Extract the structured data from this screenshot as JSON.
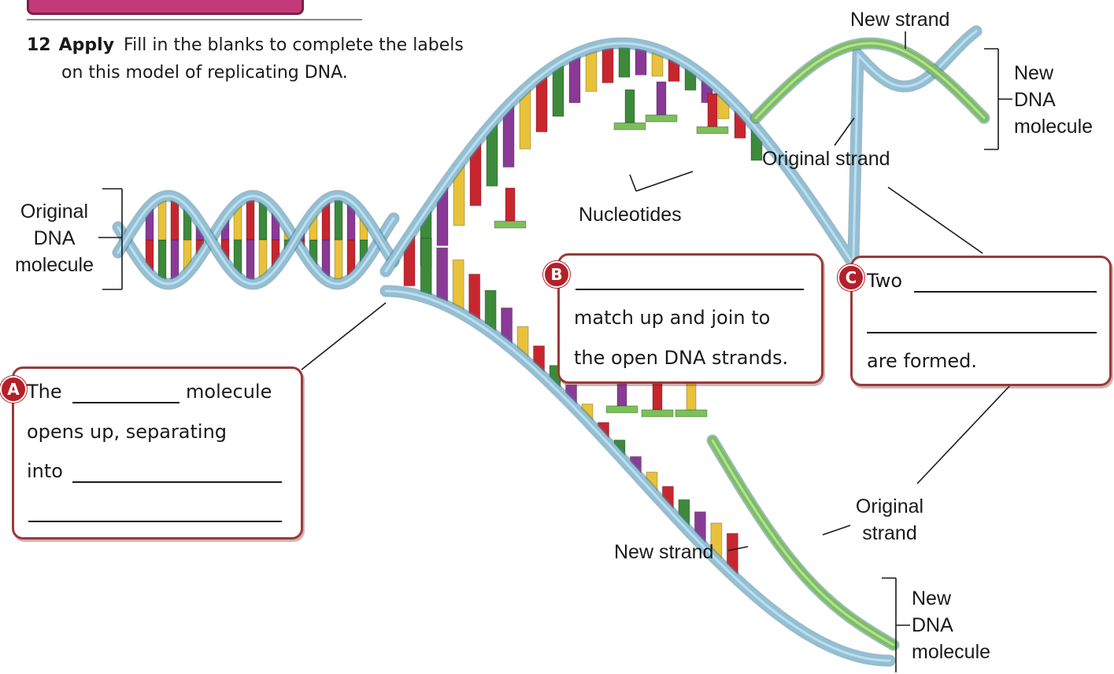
{
  "question": {
    "number": "12",
    "keyword": "Apply",
    "line1": "Fill in the blanks to complete the labels",
    "line2": "on this model of replicating DNA."
  },
  "labels": {
    "original_dna": [
      "Original",
      "DNA",
      "molecule"
    ],
    "new_strand_top": "New strand",
    "new_dna_top": [
      "New",
      "DNA",
      "molecule"
    ],
    "original_strand_top": "Original strand",
    "nucleotides": "Nucleotides",
    "original_strand_bottom": [
      "Original",
      "strand"
    ],
    "new_strand_bottom": "New strand",
    "new_dna_bottom": [
      "New",
      "DNA",
      "molecule"
    ]
  },
  "box_a": {
    "badge": "A",
    "line1_start": "The",
    "line1_end": "molecule",
    "line2": "opens up, separating",
    "line3_start": "into"
  },
  "box_b": {
    "badge": "B",
    "line2": "match up and join to",
    "line3": "the open DNA strands."
  },
  "box_c": {
    "badge": "C",
    "line1_start": "Two",
    "line3": "are formed."
  },
  "colors": {
    "original_strand": "#8fc1d8",
    "new_strand": "#7cc05a",
    "base_red": "#c8262e",
    "base_green": "#3c8a3a",
    "base_purple": "#8a3a96",
    "base_yellow": "#e8c23a",
    "box_border": "#9a3a3a",
    "badge": "#b3202a"
  }
}
